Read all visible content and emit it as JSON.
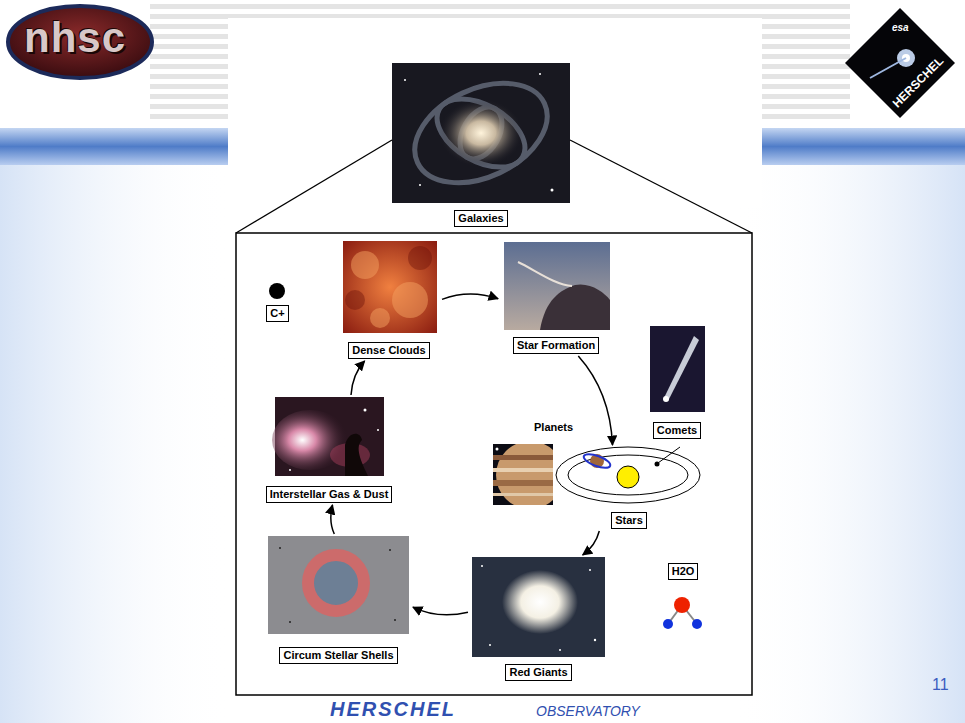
{
  "diagram": {
    "nodes": [
      {
        "text": [
          "Galaxies"
        ]
      },
      {
        "text": [
          "C+"
        ]
      },
      {
        "text": [
          "Dense Clouds"
        ]
      },
      {
        "text": [
          "Star Formation"
        ]
      },
      {
        "text": [
          "Comets"
        ]
      },
      {
        "text": [
          "Stars"
        ]
      },
      {
        "text": [
          "Interstellar Gas & Dust"
        ]
      },
      {
        "text": [
          "H2O"
        ]
      },
      {
        "text": [
          "Red Giants"
        ]
      },
      {
        "text": [
          "Circum Stellar Shells"
        ]
      }
    ],
    "edges": [
      {
        "from": 2,
        "to": 3,
        "arrow": "to"
      },
      {
        "from": 3,
        "to": 5,
        "arrow": "to"
      },
      {
        "from": 5,
        "to": 8,
        "arrow": "to"
      },
      {
        "from": 8,
        "to": 9,
        "arrow": "to"
      },
      {
        "from": 9,
        "to": 6,
        "arrow": "to"
      },
      {
        "from": 6,
        "to": 2,
        "arrow": "to"
      }
    ],
    "labels": [
      "nhsc",
      "esa",
      "HERSCHEL",
      "Planets",
      "11",
      "HERSCHEL",
      "OBSERVATORY"
    ]
  }
}
